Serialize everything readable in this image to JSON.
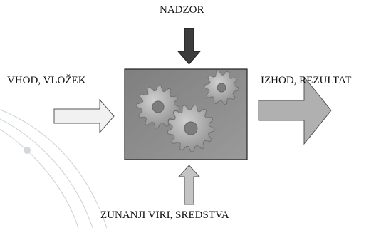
{
  "labels": {
    "control": "NADZOR",
    "input": "VHOD, VLOŽEK",
    "output": "IZHOD, REZULTAT",
    "resources": "ZUNANJI VIRI, SREDSTVA"
  },
  "icons": {
    "process": "gears-icon",
    "control_arrow": "arrow-down-icon",
    "input_arrow": "arrow-right-icon",
    "output_arrow": "arrow-right-icon",
    "resources_arrow": "arrow-up-icon"
  },
  "colors": {
    "process_box": "#8a8a8a",
    "gears": "#a7a7a7",
    "control_arrow": "#3c3c3c",
    "input_arrow": "#f1f1f1",
    "output_arrow": "#b0b0b0",
    "resources_arrow": "#c4c4c4",
    "decor_line": "#c9d2d6"
  }
}
